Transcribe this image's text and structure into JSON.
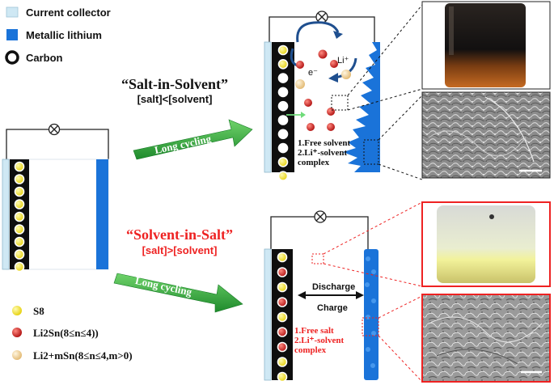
{
  "legend_top": [
    {
      "label": "Current collector",
      "icon": "current-collector-swatch",
      "color": "#cfe8f4"
    },
    {
      "label": "Metallic lithium",
      "icon": "metallic-lithium-swatch",
      "color": "#1a73d9"
    },
    {
      "label": "Carbon",
      "icon": "carbon-swatch",
      "color": "#111111"
    }
  ],
  "legend_bottom": [
    {
      "label": "S8",
      "icon": "s8-dot-icon",
      "color": "#f2e21c"
    },
    {
      "label": "Li2Sn(8≤n≤4))",
      "icon": "li2sn-dot-icon",
      "color": "#d0201a"
    },
    {
      "label": "Li2+mSn(8≤n≤4,m>0)",
      "icon": "li2msn-dot-icon",
      "color": "#f3d9a8"
    }
  ],
  "top_panel": {
    "title": "“Salt-in-Solvent”",
    "subtitle": "[salt]<[solvent]",
    "arrow_label": "Long cycling",
    "electron_label": "e⁻",
    "ion_label": "Li⁺",
    "note_line1": "1.Free solvent",
    "note_line2": "2.Li⁺-solvent",
    "note_line3": "complex"
  },
  "bottom_panel": {
    "title": "“Solvent-in-Salt”",
    "subtitle": "[salt]>[solvent]",
    "arrow_label": "Long cycling",
    "discharge_label": "Discharge",
    "charge_label": "Charge",
    "note_line1": "1.Free salt",
    "note_line2": "2.Li⁺-solvent",
    "note_line3": "complex"
  },
  "colors": {
    "blue": "#1a73d9",
    "red": "#ee2222",
    "green": "#2aa53a",
    "collector": "#cfe8f4"
  }
}
